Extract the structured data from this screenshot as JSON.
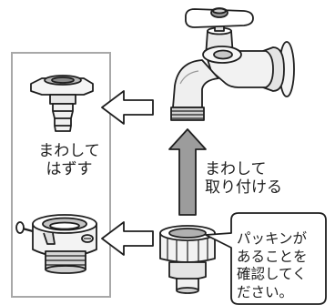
{
  "labels": {
    "remove": "まわして\nはずす",
    "attach": "まわして\n取り付ける",
    "packing_note": "パッキンが\nあることを\n確認してく\nださい。"
  },
  "colors": {
    "outline": "#1e1e1e",
    "arrow_fill": "#9c9c9c",
    "panel_border": "#a8a8a8",
    "metal_light": "#ededed",
    "metal_mid": "#cfcfcf",
    "metal_dark": "#8a8a8a"
  },
  "icons": [
    "faucet-icon",
    "hose-nozzle-adapter-icon",
    "faucet-adapter-icon",
    "quick-connector-icon"
  ]
}
